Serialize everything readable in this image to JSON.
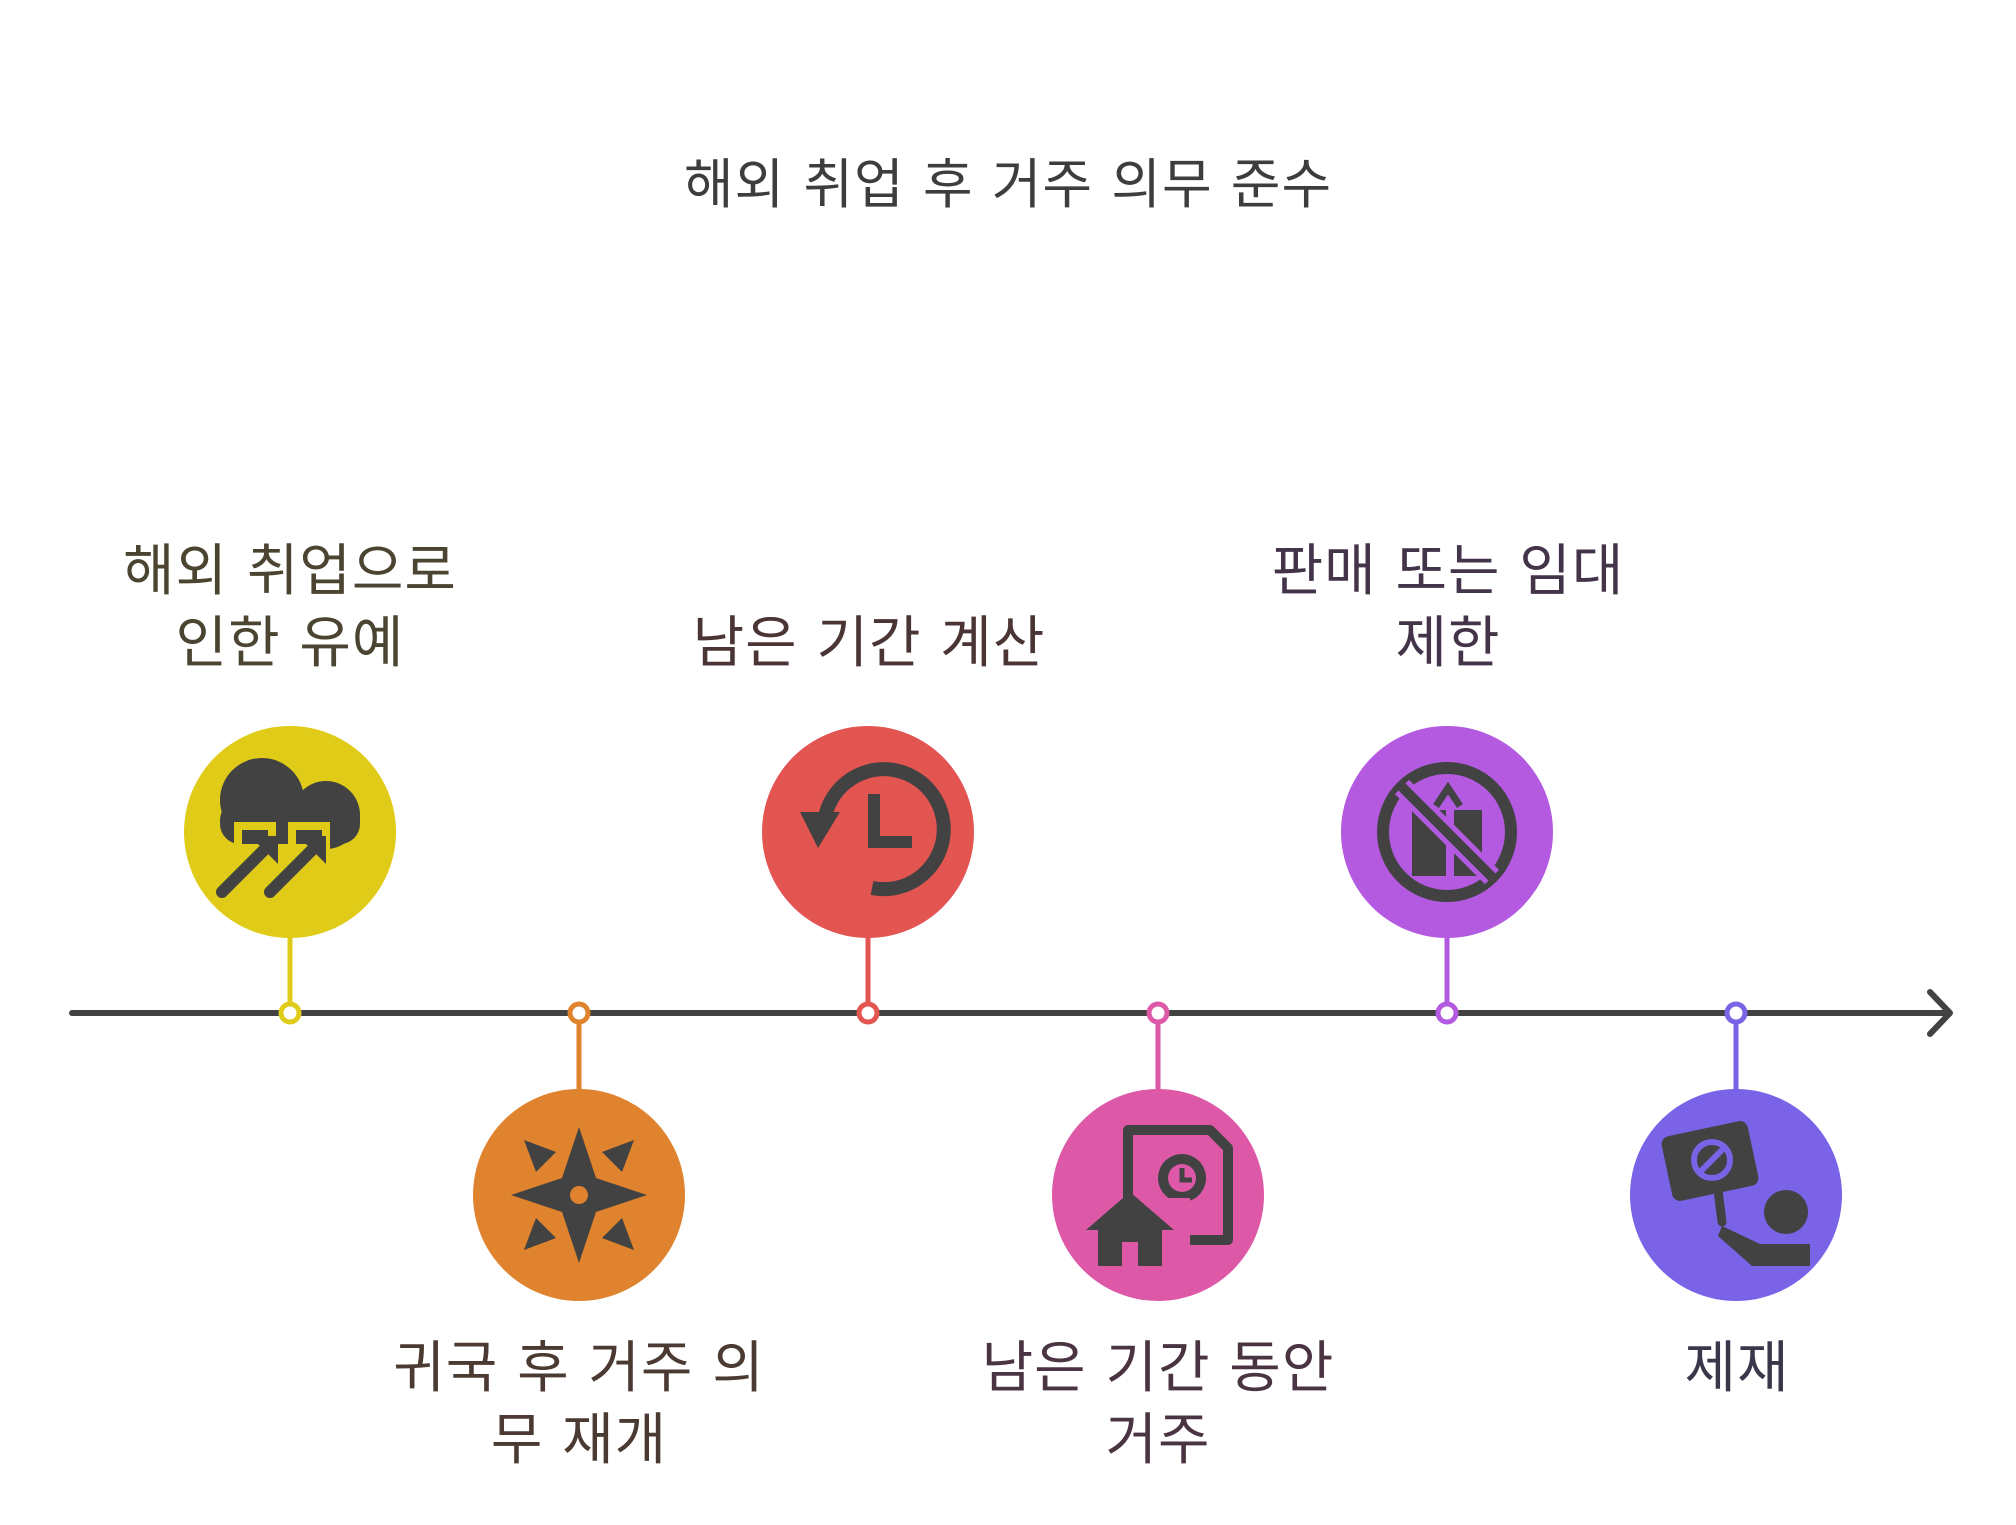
{
  "title": "해외 취업 후 거주 의무 준수",
  "events": [
    {
      "label": "해외 취업으로 인한 유예",
      "position": "top",
      "color": "#e0cc18",
      "text_color": "#4a4430",
      "icon": "cloud-growth-arrows-icon"
    },
    {
      "label": "귀국 후 거주 의무 재개",
      "position": "bottom",
      "color": "#e0832e",
      "text_color": "#4a3a32",
      "icon": "compass-star-icon"
    },
    {
      "label": "남은 기간 계산",
      "position": "top",
      "color": "#e35550",
      "text_color": "#4a3434",
      "icon": "history-clock-icon"
    },
    {
      "label": "남은 기간 동안 거주",
      "position": "bottom",
      "color": "#de58a8",
      "text_color": "#4a3442",
      "icon": "house-document-clock-icon"
    },
    {
      "label": "판매 또는 임대 제한",
      "position": "top",
      "color": "#b35ae0",
      "text_color": "#43344a",
      "icon": "no-gift-icon"
    },
    {
      "label": "제재",
      "position": "bottom",
      "color": "#7b63e8",
      "text_color": "#3a374a",
      "icon": "protest-sign-icon"
    }
  ]
}
